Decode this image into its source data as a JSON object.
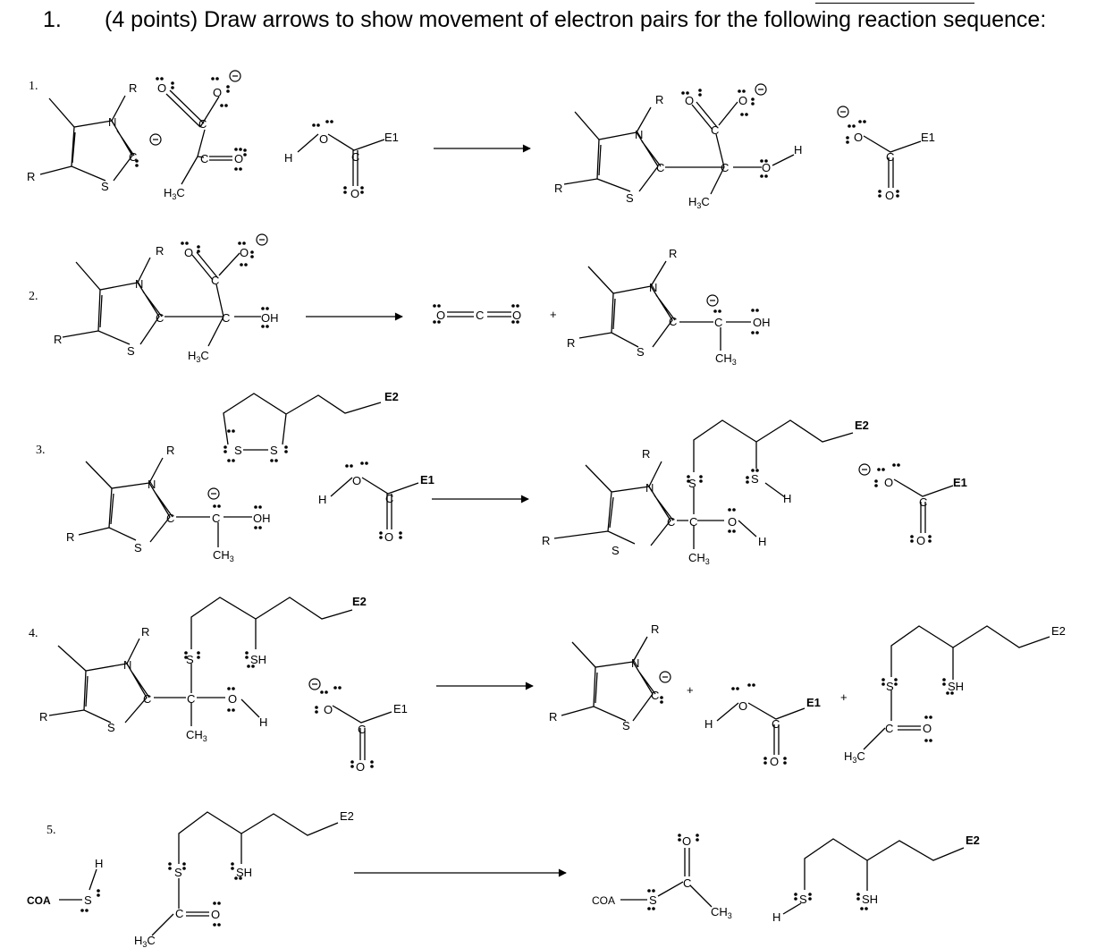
{
  "question": {
    "number": "1.",
    "prompt": "(4 points) Draw arrows to show movement of electron pairs for the following reaction sequence:"
  },
  "steps": [
    {
      "number": "1."
    },
    {
      "number": "2."
    },
    {
      "number": "3."
    },
    {
      "number": "4."
    },
    {
      "number": "5."
    }
  ],
  "atoms": {
    "R": "R",
    "N": "N",
    "S": "S",
    "C": "C",
    "O": "O",
    "H": "H",
    "OH": "OH",
    "SH": "SH",
    "H3C": "H3C",
    "CH3": "CH3",
    "E1": "E1",
    "E2": "E2",
    "COA": "COA",
    "plus": "+",
    "minus": "−"
  }
}
